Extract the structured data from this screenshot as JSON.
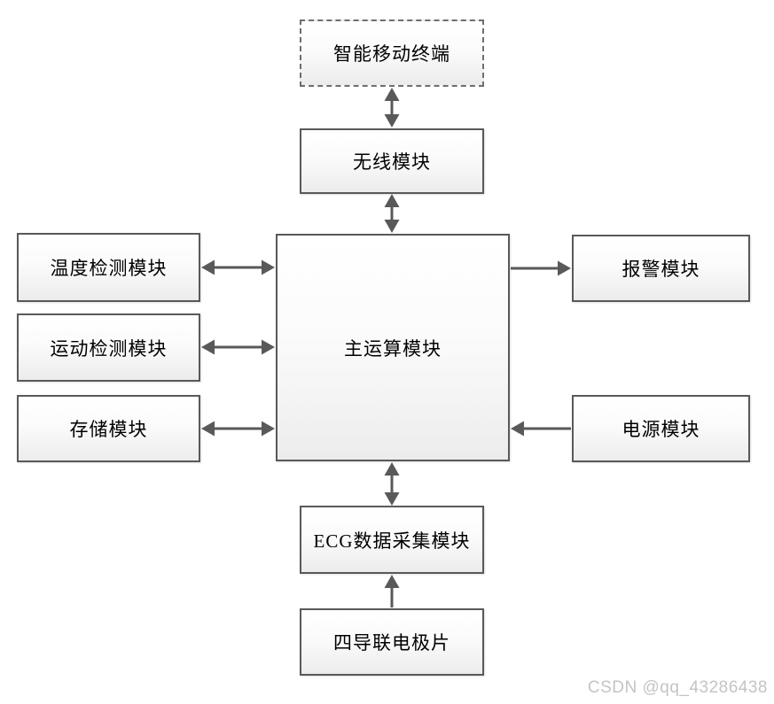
{
  "diagram": {
    "type": "block-diagram",
    "nodes": {
      "terminal": {
        "label": "智能移动终端",
        "style": "dashed"
      },
      "wireless": {
        "label": "无线模块",
        "style": "solid"
      },
      "main": {
        "label": "主运算模块",
        "style": "solid"
      },
      "temperature": {
        "label": "温度检测模块",
        "style": "solid"
      },
      "motion": {
        "label": "运动检测模块",
        "style": "solid"
      },
      "storage": {
        "label": "存储模块",
        "style": "solid"
      },
      "alarm": {
        "label": "报警模块",
        "style": "solid"
      },
      "power": {
        "label": "电源模块",
        "style": "solid"
      },
      "ecg": {
        "label": "ECG数据采集模块",
        "style": "solid"
      },
      "electrode": {
        "label": "四导联电极片",
        "style": "solid"
      }
    },
    "edges": [
      {
        "from": "智能移动终端",
        "to": "无线模块",
        "type": "bidirectional"
      },
      {
        "from": "无线模块",
        "to": "主运算模块",
        "type": "bidirectional"
      },
      {
        "from": "温度检测模块",
        "to": "主运算模块",
        "type": "bidirectional"
      },
      {
        "from": "运动检测模块",
        "to": "主运算模块",
        "type": "bidirectional"
      },
      {
        "from": "存储模块",
        "to": "主运算模块",
        "type": "bidirectional"
      },
      {
        "from": "主运算模块",
        "to": "报警模块",
        "type": "unidirectional"
      },
      {
        "from": "电源模块",
        "to": "主运算模块",
        "type": "unidirectional"
      },
      {
        "from": "主运算模块",
        "to": "ECG数据采集模块",
        "type": "bidirectional"
      },
      {
        "from": "四导联电极片",
        "to": "ECG数据采集模块",
        "type": "unidirectional"
      }
    ],
    "colors": {
      "border": "#595959",
      "arrow": "#595959",
      "fill_top": "#ffffff",
      "fill_bottom": "#ececec",
      "text": "#000000"
    }
  },
  "watermark": {
    "text": "CSDN @qq_43286438",
    "color": "#c4c4c4"
  }
}
